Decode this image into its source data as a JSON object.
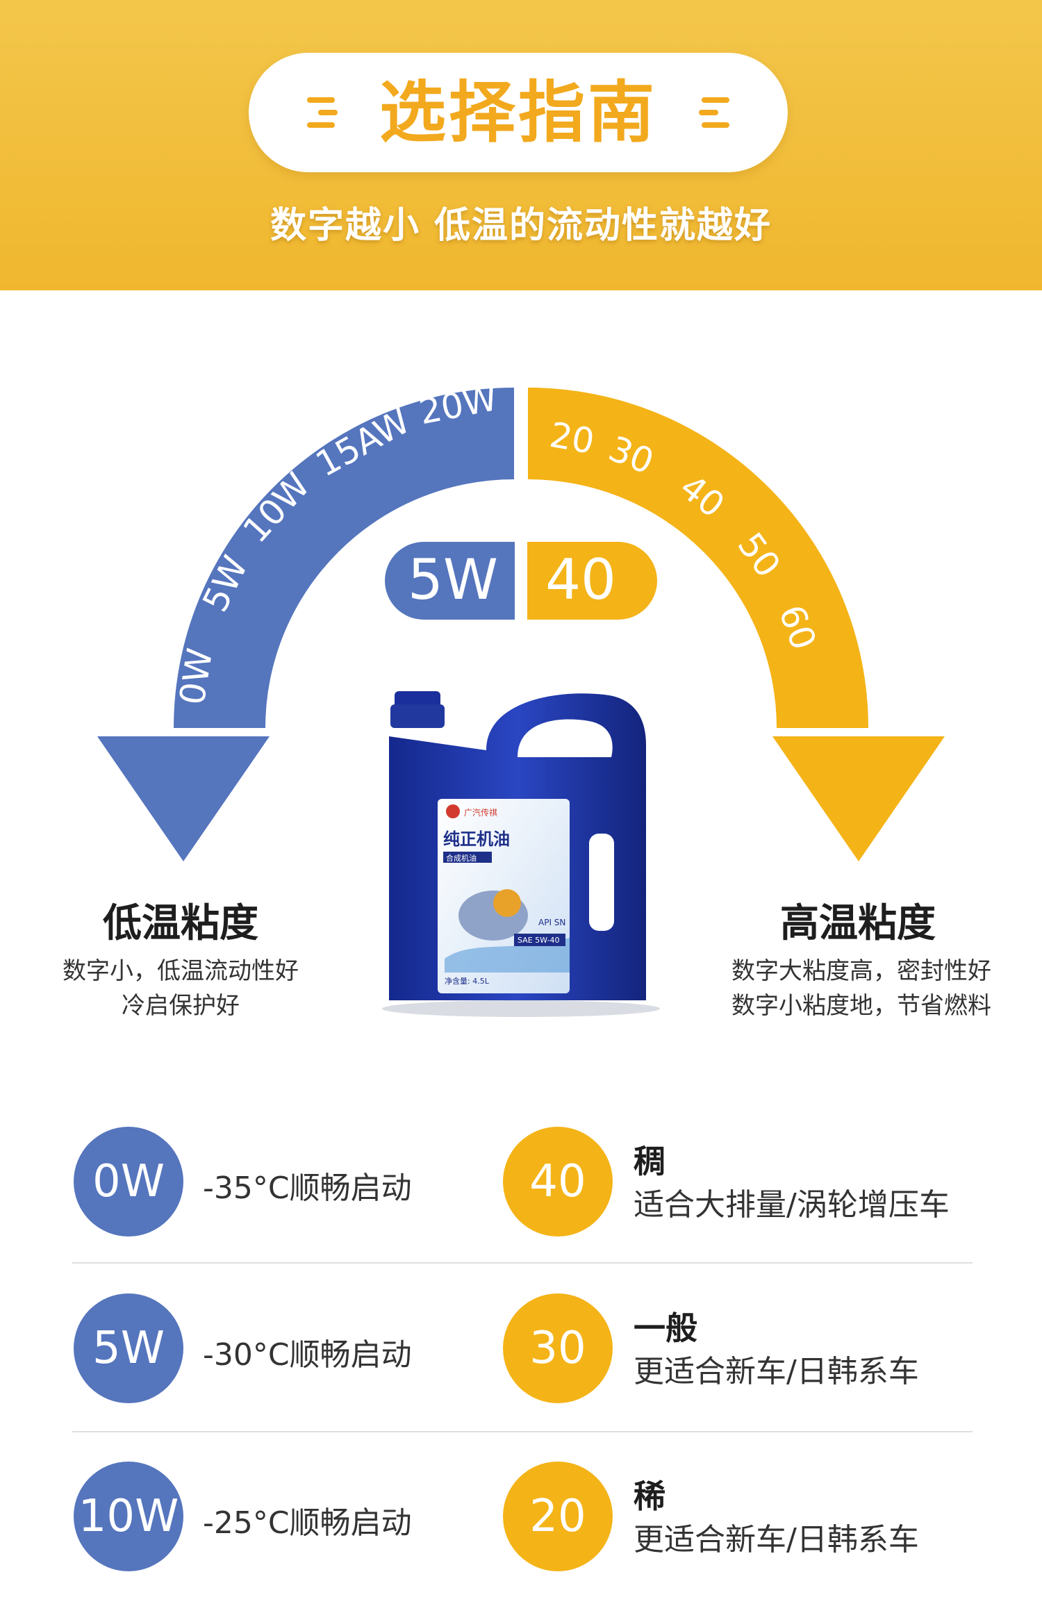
{
  "header": {
    "title": "选择指南",
    "subtitle": "数字越小 低温的流动性就越好"
  },
  "colors": {
    "banner": "#f0b72e",
    "blue": "#5575bd",
    "yellow": "#f4b317"
  },
  "arc_labels": {
    "low": [
      "0W",
      "5W",
      "10W",
      "15AW",
      "20W"
    ],
    "high": [
      "20",
      "30",
      "40",
      "50",
      "60"
    ]
  },
  "center_badge": {
    "low": "5W",
    "high": "40"
  },
  "product": {
    "brand": "广汽传祺",
    "name": "纯正机油",
    "type": "合成机油",
    "api": "API SN",
    "sae": "SAE 5W-40",
    "volume": "净含量: 4.5L"
  },
  "left_caption": {
    "title": "低温粘度",
    "lines": [
      "数字小，低温流动性好",
      "冷启保护好"
    ]
  },
  "right_caption": {
    "title": "高温粘度",
    "lines": [
      "数字大粘度高，密封性好",
      "数字小粘度地，节省燃料"
    ]
  },
  "rows": [
    {
      "low": "0W",
      "temp": "-35°C顺畅启动",
      "high": "40",
      "label": "稠",
      "desc": "适合大排量/涡轮增压车"
    },
    {
      "low": "5W",
      "temp": "-30°C顺畅启动",
      "high": "30",
      "label": "一般",
      "desc": "更适合新车/日韩系车"
    },
    {
      "low": "10W",
      "temp": "-25°C顺畅启动",
      "high": "20",
      "label": "稀",
      "desc": "更适合新车/日韩系车"
    }
  ]
}
